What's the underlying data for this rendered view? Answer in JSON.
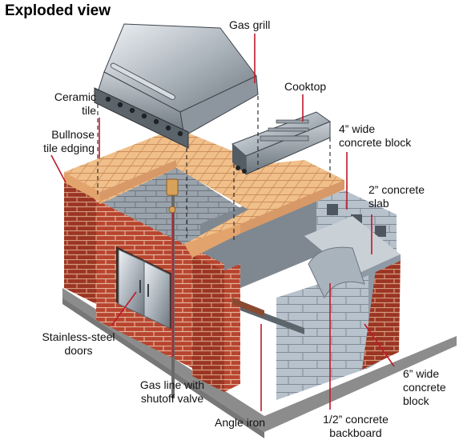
{
  "title": "Exploded view",
  "labels": {
    "gas_grill": "Gas grill",
    "ceramic_tile": "Ceramic\ntile",
    "bullnose": "Bullnose\ntile edging",
    "cooktop": "Cooktop",
    "block_4in": "4” wide\nconcrete block",
    "slab_2in": "2” concrete\nslab",
    "doors": "Stainless-steel\ndoors",
    "gas_line": "Gas line with\nshutoff valve",
    "angle_iron": "Angle iron",
    "backboard": "1/2” concrete\nbackboard",
    "block_6in": "6” wide\nconcrete\nblock"
  },
  "colors": {
    "brick": "#b8452f",
    "brick_light": "#cf6a4f",
    "mortar": "#e6b59e",
    "tile": "#f0bf8a",
    "tile_edge": "#e2a46c",
    "block": "#b7c2cc",
    "block_dark": "#8e9aa6",
    "steel": "#a8b0b8",
    "steel_dark": "#5a636c",
    "leader": "#c0182a",
    "base": "#9a9a9a"
  }
}
